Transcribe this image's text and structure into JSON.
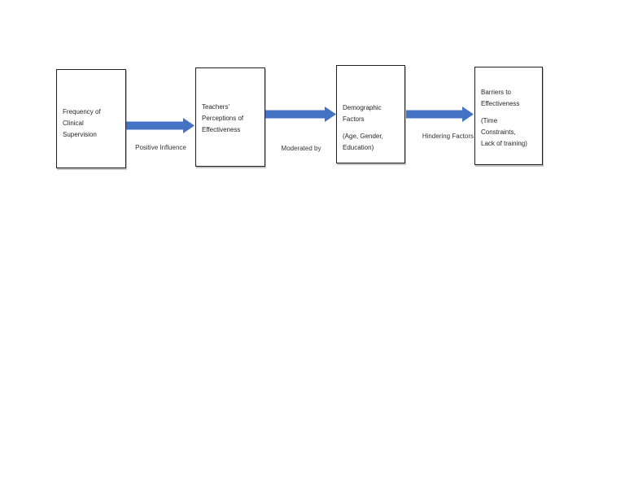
{
  "diagram": {
    "type": "flowchart",
    "boxes": [
      {
        "name": "frequency-of-clinical-supervision",
        "paragraphs": [
          "Frequency of\nClinical\nSupervision"
        ]
      },
      {
        "name": "teachers-perceptions-of-effectiveness",
        "paragraphs": [
          "Teachers’\nPerceptions of\nEffectiveness"
        ]
      },
      {
        "name": "demographic-factors",
        "paragraphs": [
          "Demographic\nFactors",
          "(Age, Gender,\nEducation)"
        ]
      },
      {
        "name": "barriers-to-effectiveness",
        "paragraphs": [
          "Barriers to\nEffectiveness",
          "(Time\nConstraints,\nLack of training)"
        ]
      }
    ],
    "arrows": [
      {
        "label": "Positive Influence",
        "from": "frequency-of-clinical-supervision",
        "to": "teachers-perceptions-of-effectiveness"
      },
      {
        "label": "Moderated by",
        "from": "teachers-perceptions-of-effectiveness",
        "to": "demographic-factors"
      },
      {
        "label": "Hindering Factors",
        "from": "demographic-factors",
        "to": "barriers-to-effectiveness"
      }
    ],
    "colors": {
      "arrow": "#4472C4",
      "box_border": "#1f1f1f",
      "text": "#262626"
    }
  }
}
